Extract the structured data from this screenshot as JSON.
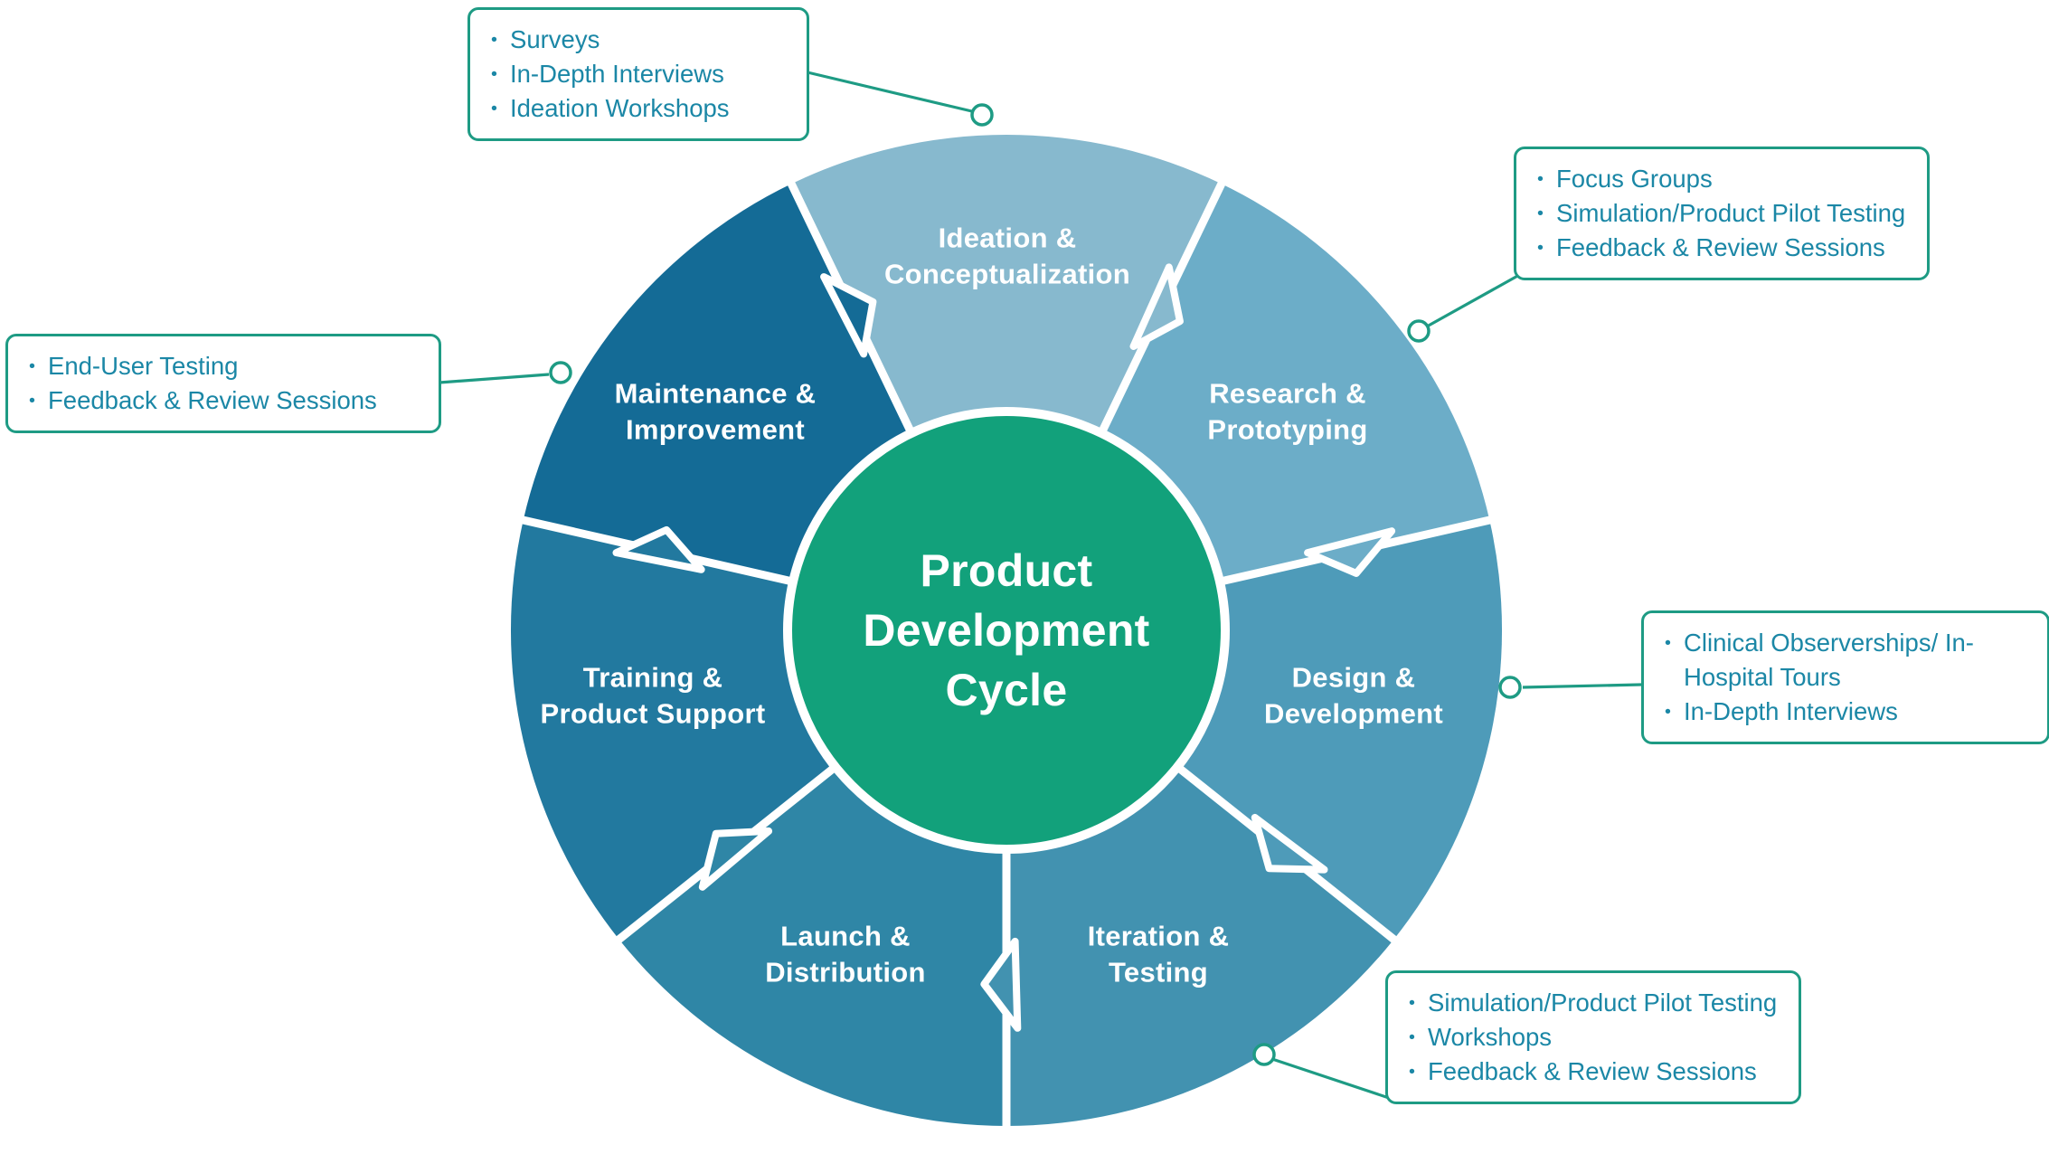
{
  "diagram": {
    "center": {
      "title": "Product\nDevelopment\nCycle",
      "color": "#12a17b"
    },
    "segments": [
      {
        "id": "ideation",
        "label": "Ideation &\nConceptualization",
        "color": "#87b9ce"
      },
      {
        "id": "research",
        "label": "Research &\nPrototyping",
        "color": "#6cadc8"
      },
      {
        "id": "design",
        "label": "Design &\nDevelopment",
        "color": "#4e9bb9"
      },
      {
        "id": "iteration",
        "label": "Iteration &\nTesting",
        "color": "#4292b0"
      },
      {
        "id": "launch",
        "label": "Launch &\nDistribution",
        "color": "#2f86a6"
      },
      {
        "id": "training",
        "label": "Training &\nProduct Support",
        "color": "#22799f"
      },
      {
        "id": "maintenance",
        "label": "Maintenance &\nImprovement",
        "color": "#146b96"
      }
    ],
    "callouts": [
      {
        "id": "ideation-methods",
        "items": [
          "Surveys",
          "In-Depth Interviews",
          "Ideation Workshops"
        ]
      },
      {
        "id": "research-methods",
        "items": [
          "Focus Groups",
          "Simulation/Product Pilot Testing",
          "Feedback & Review Sessions"
        ]
      },
      {
        "id": "maintenance-methods",
        "items": [
          "End-User Testing",
          "Feedback & Review Sessions"
        ]
      },
      {
        "id": "design-methods",
        "items": [
          "Clinical Observerships/ In-Hospital Tours",
          "In-Depth Interviews"
        ]
      },
      {
        "id": "iteration-methods",
        "items": [
          "Simulation/Product Pilot Testing",
          "Workshops",
          "Feedback & Review Sessions"
        ]
      }
    ],
    "style": {
      "callout_border": "#1e9b84",
      "callout_text": "#1b87a6",
      "connector": "#1e9b84",
      "separator": "#ffffff"
    }
  }
}
